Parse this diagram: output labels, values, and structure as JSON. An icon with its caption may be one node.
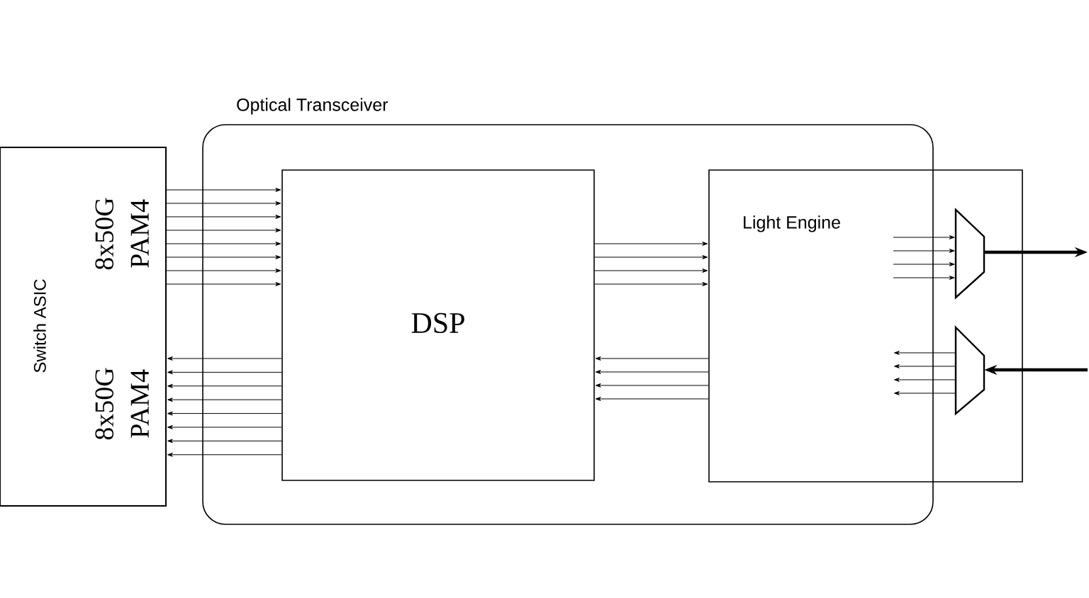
{
  "diagram": {
    "nodes": [
      {
        "text": [
          "Switch ASIC",
          "8x50G PAM4",
          "8x50G PAM4"
        ]
      },
      {
        "text": [
          "Optical Transceiver"
        ]
      },
      {
        "text": [
          "DSP"
        ],
        "in": 1
      },
      {
        "text": [
          "Light Engine"
        ]
      },
      {
        "text": [],
        "shape": "trapezoid",
        "in": 3
      },
      {
        "text": [],
        "shape": "trapezoid",
        "in": 3
      }
    ],
    "edges": [
      {
        "from": 0,
        "to": 2,
        "arrow": "to"
      },
      {
        "from": 0,
        "to": 2,
        "arrow": "to"
      },
      {
        "from": 0,
        "to": 2,
        "arrow": "to"
      },
      {
        "from": 0,
        "to": 2,
        "arrow": "to"
      },
      {
        "from": 0,
        "to": 2,
        "arrow": "to"
      },
      {
        "from": 0,
        "to": 2,
        "arrow": "to"
      },
      {
        "from": 0,
        "to": 2,
        "arrow": "to"
      },
      {
        "from": 0,
        "to": 2,
        "arrow": "to"
      },
      {
        "from": 2,
        "to": 0,
        "arrow": "to"
      },
      {
        "from": 2,
        "to": 0,
        "arrow": "to"
      },
      {
        "from": 2,
        "to": 0,
        "arrow": "to"
      },
      {
        "from": 2,
        "to": 0,
        "arrow": "to"
      },
      {
        "from": 2,
        "to": 0,
        "arrow": "to"
      },
      {
        "from": 2,
        "to": 0,
        "arrow": "to"
      },
      {
        "from": 2,
        "to": 0,
        "arrow": "to"
      },
      {
        "from": 2,
        "to": 0,
        "arrow": "to"
      },
      {
        "from": 2,
        "to": 3,
        "arrow": "to"
      },
      {
        "from": 2,
        "to": 3,
        "arrow": "to"
      },
      {
        "from": 2,
        "to": 3,
        "arrow": "to"
      },
      {
        "from": 2,
        "to": 3,
        "arrow": "to"
      },
      {
        "from": 3,
        "to": 2,
        "arrow": "to"
      },
      {
        "from": 3,
        "to": 2,
        "arrow": "to"
      },
      {
        "from": 3,
        "to": 2,
        "arrow": "to"
      },
      {
        "from": 3,
        "to": 2,
        "arrow": "to"
      },
      {
        "from": null,
        "to": 4,
        "arrow": "to"
      },
      {
        "from": null,
        "to": 4,
        "arrow": "to"
      },
      {
        "from": null,
        "to": 4,
        "arrow": "to"
      },
      {
        "from": null,
        "to": 4,
        "arrow": "to"
      },
      {
        "from": 5,
        "to": null,
        "arrow": "to"
      },
      {
        "from": 5,
        "to": null,
        "arrow": "to"
      },
      {
        "from": 5,
        "to": null,
        "arrow": "to"
      },
      {
        "from": 5,
        "to": null,
        "arrow": "to"
      },
      {
        "from": 4,
        "to": null,
        "arrow": "to",
        "style": "thick"
      },
      {
        "from": null,
        "to": 5,
        "arrow": "to",
        "style": "thick"
      }
    ]
  }
}
